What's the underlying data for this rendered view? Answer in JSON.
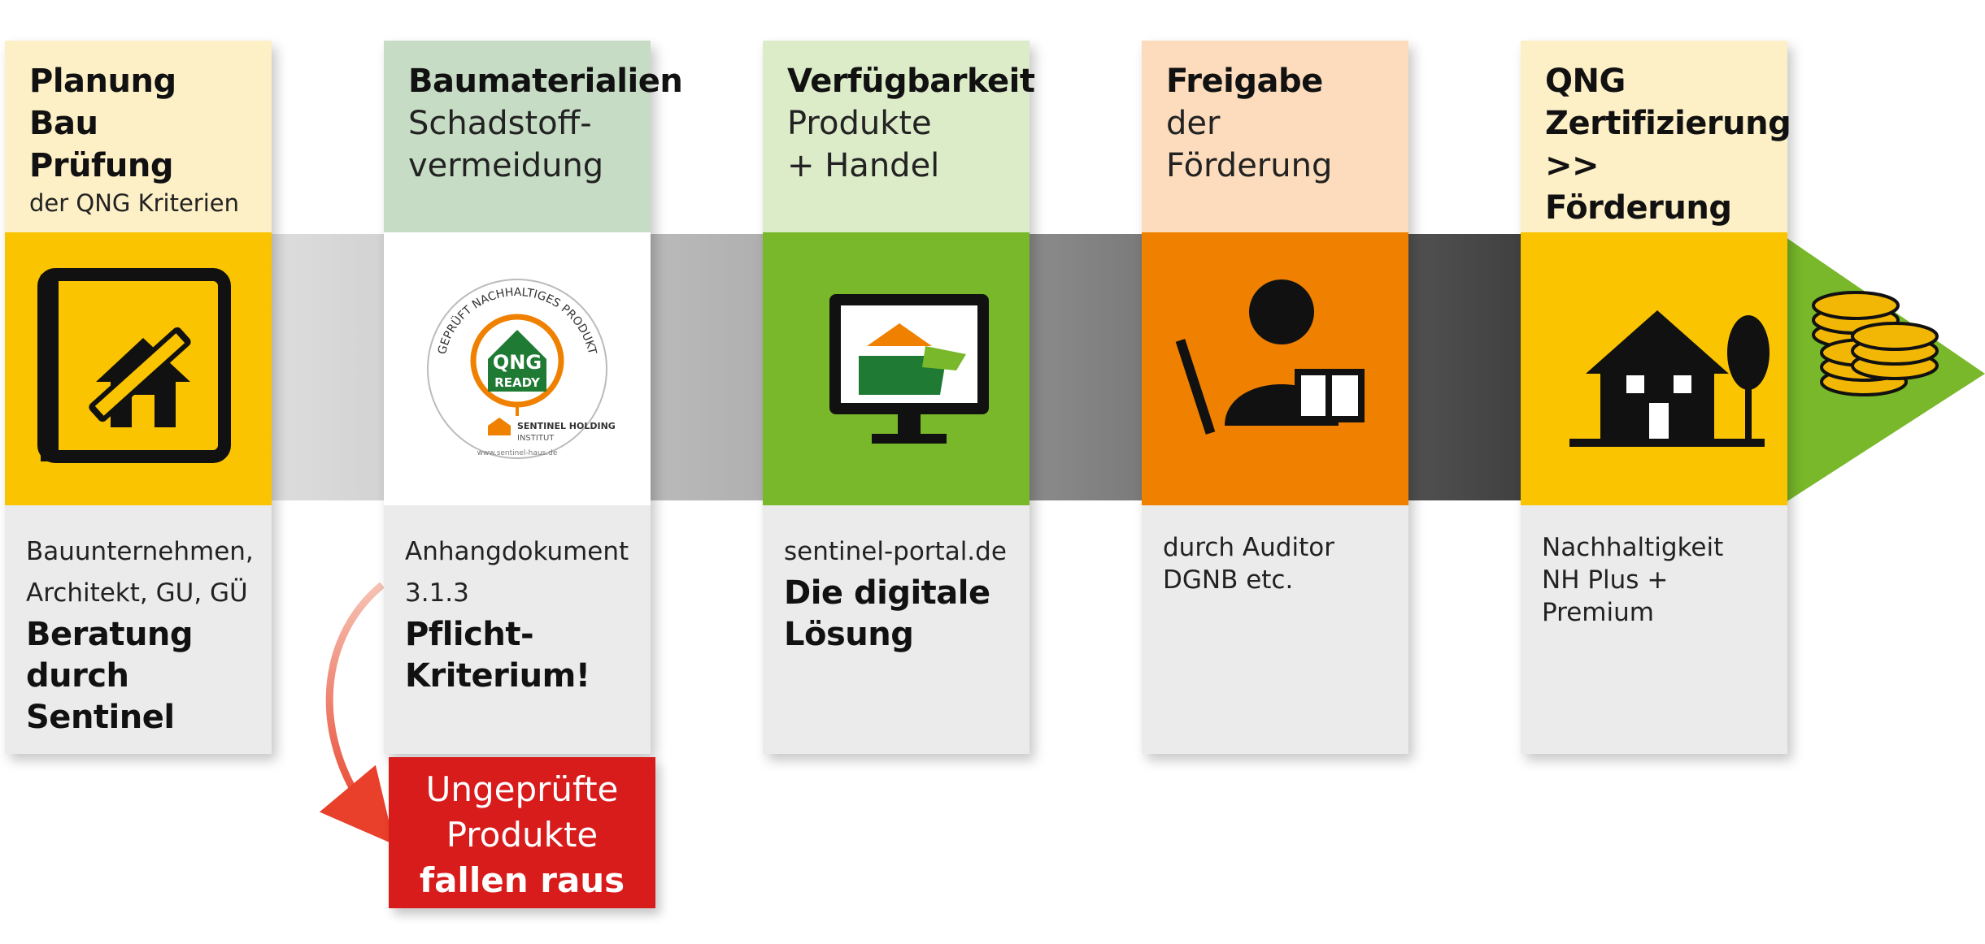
{
  "colors": {
    "yellow": "#fbc400",
    "green": "#78b82a",
    "orange": "#f08000",
    "red": "#d81b1b",
    "gray_box": "#ebebeb"
  },
  "steps": [
    {
      "title_lines": [
        "Planung",
        "Bau",
        "Prüfung"
      ],
      "sub_lines": [
        "der QNG Kriterien"
      ],
      "header_color": "#fdefc6",
      "icon_color": "#fbc400",
      "icon": "blueprint-house-pencil-icon",
      "bottom_lines": [
        "Bauunternehmen,",
        "Architekt, GU, GÜ"
      ],
      "bottom_bold": [
        "Beratung",
        "durch Sentinel"
      ]
    },
    {
      "title_lines": [
        "Baumaterialien"
      ],
      "sub_lines": [
        "Schadstoff-",
        "vermeidung"
      ],
      "header_color": "#c6dcc4",
      "icon_color": "#ffffff",
      "icon": "qng-ready-seal-icon",
      "seal": {
        "ring_text": "GEPRÜFT NACHHALTIGES PRODUKT",
        "badge_top": "QNG",
        "badge_bottom": "READY",
        "org_line1": "SENTINEL HOLDING",
        "org_line2": "INSTITUT",
        "url": "www.sentinel-haus.de"
      },
      "bottom_lines": [
        "Anhangdokument",
        "3.1.3"
      ],
      "bottom_bold": [
        "Pflicht-",
        "Kriterium!"
      ]
    },
    {
      "title_lines": [
        "Verfügbarkeit"
      ],
      "sub_lines": [
        "Produkte",
        "+ Handel"
      ],
      "header_color": "#dcebc8",
      "icon_color": "#78b82a",
      "icon": "monitor-logo-icon",
      "bottom_lines": [
        "sentinel-portal.de"
      ],
      "bottom_bold": [
        "Die digitale",
        "Lösung"
      ]
    },
    {
      "title_lines": [
        "Freigabe"
      ],
      "sub_lines": [
        "der",
        "Förderung"
      ],
      "header_color": "#fcdcbc",
      "icon_color": "#f08000",
      "icon": "auditor-person-icon",
      "bottom_lines": [
        "durch Auditor",
        "DGNB etc."
      ],
      "bottom_bold": []
    },
    {
      "title_lines": [
        "QNG",
        "Zertifizierung",
        ">> Förderung"
      ],
      "sub_lines": [],
      "header_color": "#fdefc6",
      "icon_color": "#fbc400",
      "icon": "house-tree-icon",
      "bottom_lines": [
        "Nachhaltigkeit",
        "NH Plus + Premium"
      ],
      "bottom_bold": []
    }
  ],
  "end_icon": "gold-coins-icon",
  "callout": {
    "lines": [
      "Ungeprüfte",
      "Produkte"
    ],
    "bold": "fallen raus"
  }
}
